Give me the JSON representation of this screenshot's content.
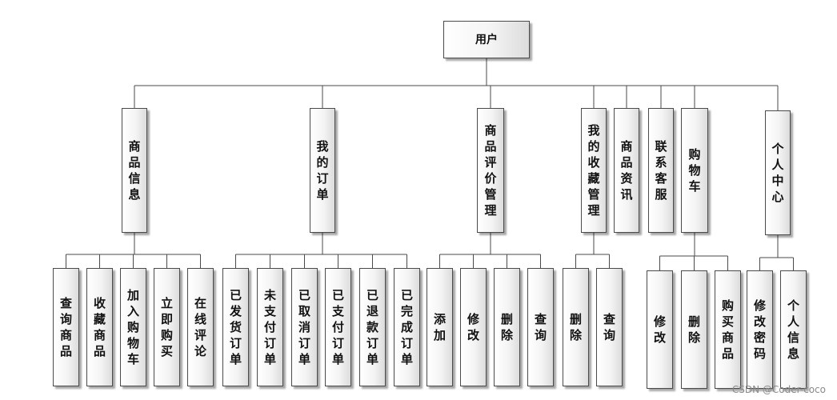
{
  "root": "用户",
  "modules": [
    {
      "label": "商品信息",
      "children": [
        "查询商品",
        "收藏商品",
        "加入购物车",
        "立即购买",
        "在线评论"
      ]
    },
    {
      "label": "我的订单",
      "children": [
        "已发货订单",
        "未支付订单",
        "已取消订单",
        "已支付订单",
        "已退款订单",
        "已完成订单"
      ]
    },
    {
      "label": "商品评价管理",
      "children": [
        "添加",
        "修改",
        "删除",
        "查询"
      ]
    },
    {
      "label": "我的收藏管理",
      "children": [
        "删除",
        "查询"
      ]
    },
    {
      "label": "商品资讯",
      "children": []
    },
    {
      "label": "联系客服",
      "children": []
    },
    {
      "label": "购物车",
      "children": [
        "修改",
        "删除",
        "购买商品"
      ]
    },
    {
      "label": "个人中心",
      "children": [
        "修改密码",
        "个人信息"
      ]
    }
  ],
  "watermark": "CSDN @Coder-coco"
}
